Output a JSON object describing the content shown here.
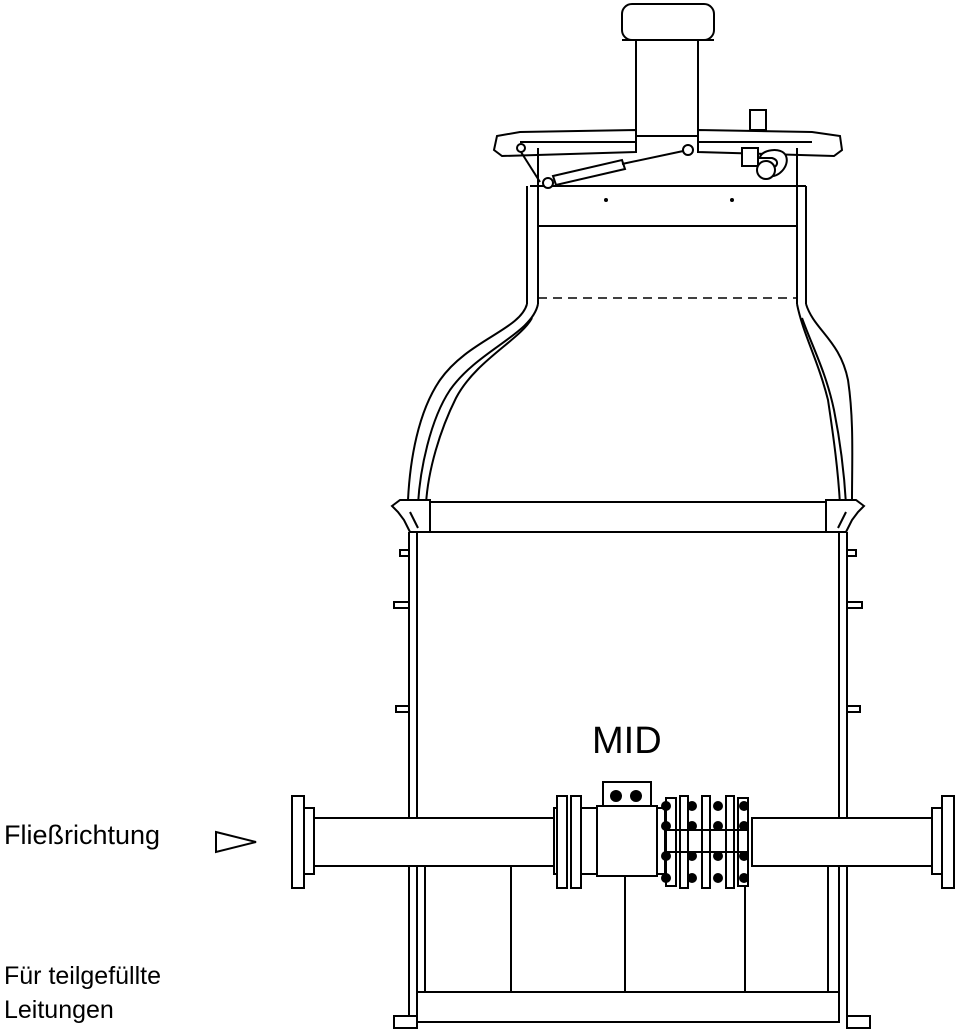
{
  "labels": {
    "flow_direction": "Fließrichtung",
    "meter": "MID",
    "note_line_1": "Für teilgefüllte",
    "note_line_2": "Leitungen"
  },
  "icons": {
    "flow_arrow": "hollow-triangle-arrow-right"
  },
  "colors": {
    "line": "#000000",
    "background": "#ffffff"
  }
}
